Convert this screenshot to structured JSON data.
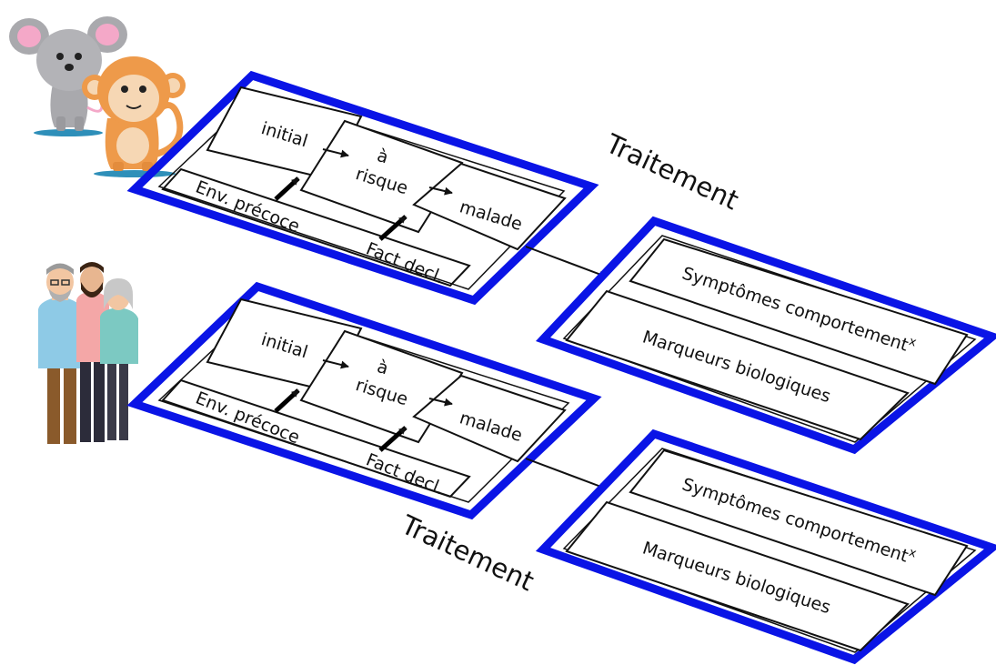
{
  "colors": {
    "frame": "#0a14e6",
    "line": "#111111",
    "mouse": "#a9a9ad",
    "mouse_ear": "#f4a8c8",
    "monkey": "#ee9a4a",
    "monkey_face": "#f6d7b4",
    "shadow": "#2e8fb9"
  },
  "diagram": {
    "groups": [
      {
        "id": "animal",
        "icon": "mouse-monkey-icon",
        "stages": {
          "initial": "initial",
          "risk_line1": "à",
          "risk_line2": "risque",
          "sick": "malade"
        },
        "factors": {
          "early": "Env. précoce",
          "trigger": "Fact decl."
        },
        "treatment": "Traitement",
        "outcomes": {
          "symptoms": "Symptômes comportement",
          "symptoms_sup": "x",
          "markers": "Marqueurs biologiques"
        }
      },
      {
        "id": "human",
        "icon": "people-group-icon",
        "stages": {
          "initial": "initial",
          "risk_line1": "à",
          "risk_line2": "risque",
          "sick": "malade"
        },
        "factors": {
          "early": "Env. précoce",
          "trigger": "Fact decl."
        },
        "treatment": "Traitement",
        "outcomes": {
          "symptoms": "Symptômes comportement",
          "symptoms_sup": "x",
          "markers": "Marqueurs biologiques"
        }
      }
    ]
  }
}
